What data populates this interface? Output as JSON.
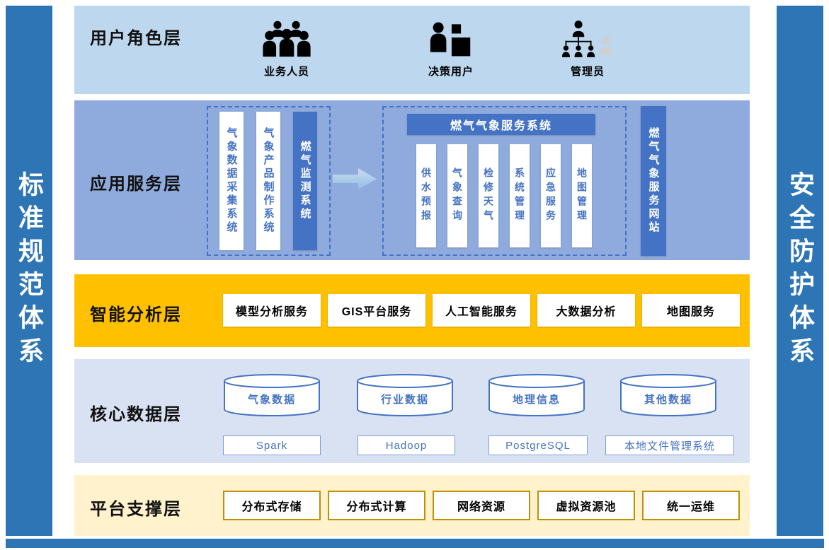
{
  "side_bars": {
    "left": "标准规范体系",
    "right": "安全防护体系"
  },
  "layers": {
    "user_role": {
      "label": "用户角色层",
      "roles": [
        {
          "label": "业务人员",
          "icon": "business-users-icon"
        },
        {
          "label": "决策用户",
          "icon": "decision-users-icon"
        },
        {
          "label": "管理员",
          "icon": "admin-icon"
        }
      ]
    },
    "app_service": {
      "label": "应用服务层",
      "source_systems": [
        {
          "label": "气象数据采集系统",
          "style": "light"
        },
        {
          "label": "气象产品制作系统",
          "style": "light"
        },
        {
          "label": "燃气监测系统",
          "style": "dark"
        }
      ],
      "group_title": "燃气气象服务系统",
      "modules": [
        "供水预报",
        "气象查询",
        "检修天气",
        "系统管理",
        "应急服务",
        "地图管理"
      ],
      "website": "燃气气象服务网站"
    },
    "analysis": {
      "label": "智能分析层",
      "services": [
        "模型分析服务",
        "GIS平台服务",
        "人工智能服务",
        "大数据分析",
        "地图服务"
      ]
    },
    "data": {
      "label": "核心数据层",
      "databases": [
        "气象数据",
        "行业数据",
        "地理信息",
        "其他数据"
      ],
      "platforms": [
        "Spark",
        "Hadoop",
        "PostgreSQL",
        "本地文件管理系统"
      ]
    },
    "platform": {
      "label": "平台支撑层",
      "resources": [
        "分布式存储",
        "分布式计算",
        "网络资源",
        "虚拟资源池",
        "统一运维"
      ]
    }
  },
  "colors": {
    "pillar_blue": "#2E75B6",
    "accent_blue": "#4472C4",
    "user_role_bg": "#BDD7EE",
    "app_service_bg": "#8FAADC",
    "analysis_bg": "#FFC000",
    "data_bg": "#D9E2F3",
    "platform_bg": "#FFF2CC",
    "gold_border": "#BF9000"
  }
}
